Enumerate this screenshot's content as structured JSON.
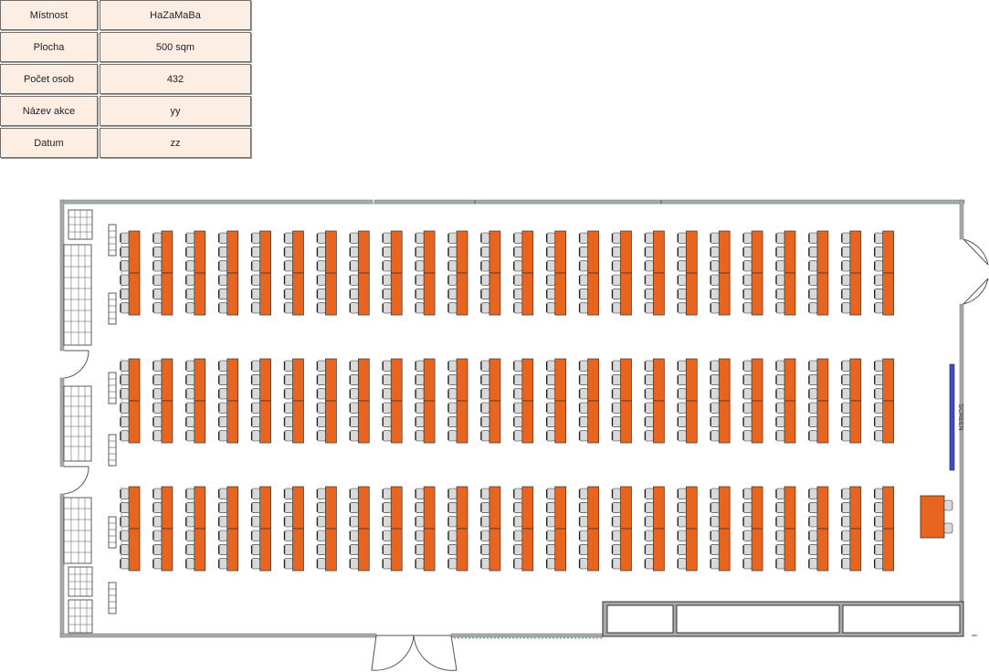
{
  "info_table": [
    {
      "label": "Místnost",
      "value": "HaZaMaBa"
    },
    {
      "label": "Plocha",
      "value": "500 sqm"
    },
    {
      "label": "Počet osob",
      "value": "432"
    },
    {
      "label": "Název akce",
      "value": "yy"
    },
    {
      "label": "Datum",
      "value": "zz"
    }
  ],
  "floor_plan": {
    "screen_label": "SCREEN",
    "seating_layout": "classroom",
    "blocks": 3,
    "table_columns": 24,
    "tables_per_column_per_block": 2,
    "seats_per_table": 3,
    "colors": {
      "table": "#e8651f",
      "chair": "#d9d9d9",
      "wall": "#a9a9a9",
      "screen": "#3f4fc4"
    }
  }
}
